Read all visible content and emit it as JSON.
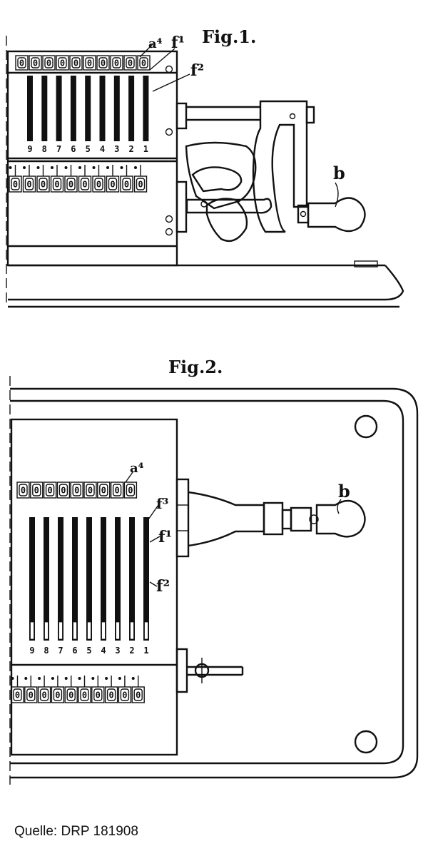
{
  "fig1": {
    "title": "Fig.1.",
    "labels": {
      "a4": "a⁴",
      "f1": "f¹",
      "f2": "f²",
      "b": "b"
    },
    "slot_numbers": [
      "9",
      "8",
      "7",
      "6",
      "5",
      "4",
      "3",
      "2",
      "1"
    ],
    "upper_wheels": [
      "0",
      "0",
      "0",
      "0",
      "0",
      "0",
      "0",
      "0",
      "0",
      "0"
    ],
    "lower_wheels": [
      "0",
      "0",
      "0",
      "0",
      "0",
      "0",
      "0",
      "0",
      "0",
      "0"
    ]
  },
  "fig2": {
    "title": "Fig.2.",
    "labels": {
      "a4": "a⁴",
      "f3": "f³",
      "f1": "f¹",
      "f2": "f²",
      "b": "b"
    },
    "slot_numbers": [
      "9",
      "8",
      "7",
      "6",
      "5",
      "4",
      "3",
      "2",
      "1"
    ],
    "upper_wheels": [
      "0",
      "0",
      "0",
      "0",
      "0",
      "0",
      "0",
      "0",
      "0"
    ],
    "lower_wheels": [
      "0",
      "0",
      "0",
      "0",
      "0",
      "0",
      "0",
      "0",
      "0",
      "0"
    ]
  },
  "caption": "Quelle: DRP 181908"
}
